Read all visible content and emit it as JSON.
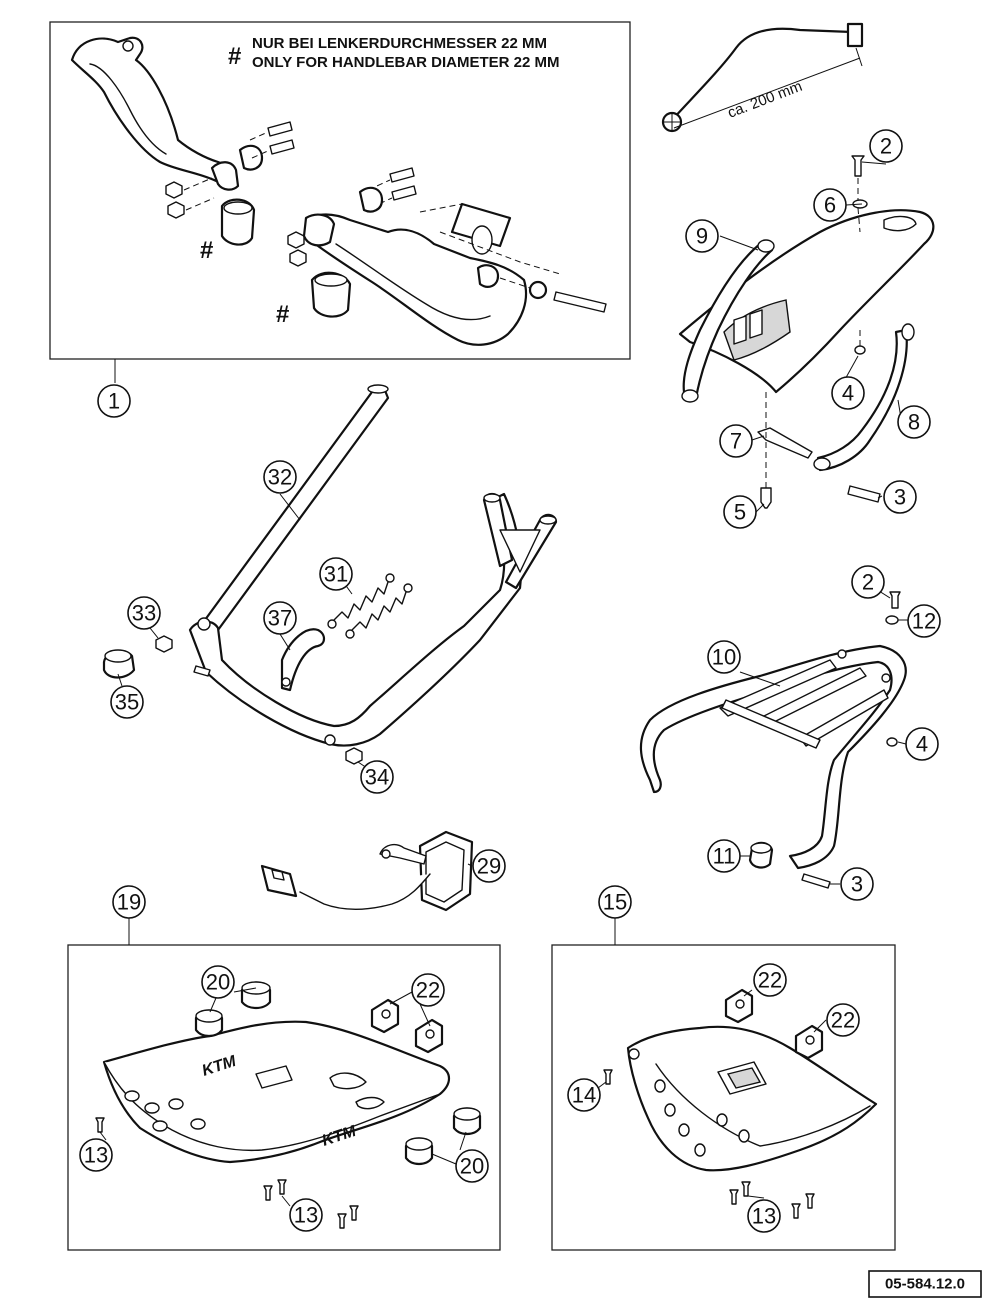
{
  "notes": {
    "line_de": "NUR BEI LENKERDURCHMESSER 22 MM",
    "line_en": "ONLY FOR HANDLEBAR DIAMETER 22 MM",
    "hash_symbol": "#"
  },
  "measurement": "ca. 200 mm",
  "document_number": "05-584.12.0",
  "logo_text": "KTM",
  "callouts": {
    "c1": "1",
    "c2a": "2",
    "c2b": "2",
    "c3a": "3",
    "c3b": "3",
    "c4a": "4",
    "c4b": "4",
    "c5": "5",
    "c6": "6",
    "c7": "7",
    "c8": "8",
    "c9": "9",
    "c10": "10",
    "c11": "11",
    "c12": "12",
    "c13a": "13",
    "c13b": "13",
    "c13c": "13",
    "c14": "14",
    "c15": "15",
    "c19": "19",
    "c20a": "20",
    "c20b": "20",
    "c22a": "22",
    "c22b": "22",
    "c22c": "22",
    "c29": "29",
    "c31": "31",
    "c32": "32",
    "c33": "33",
    "c34": "34",
    "c35": "35",
    "c37": "37"
  }
}
